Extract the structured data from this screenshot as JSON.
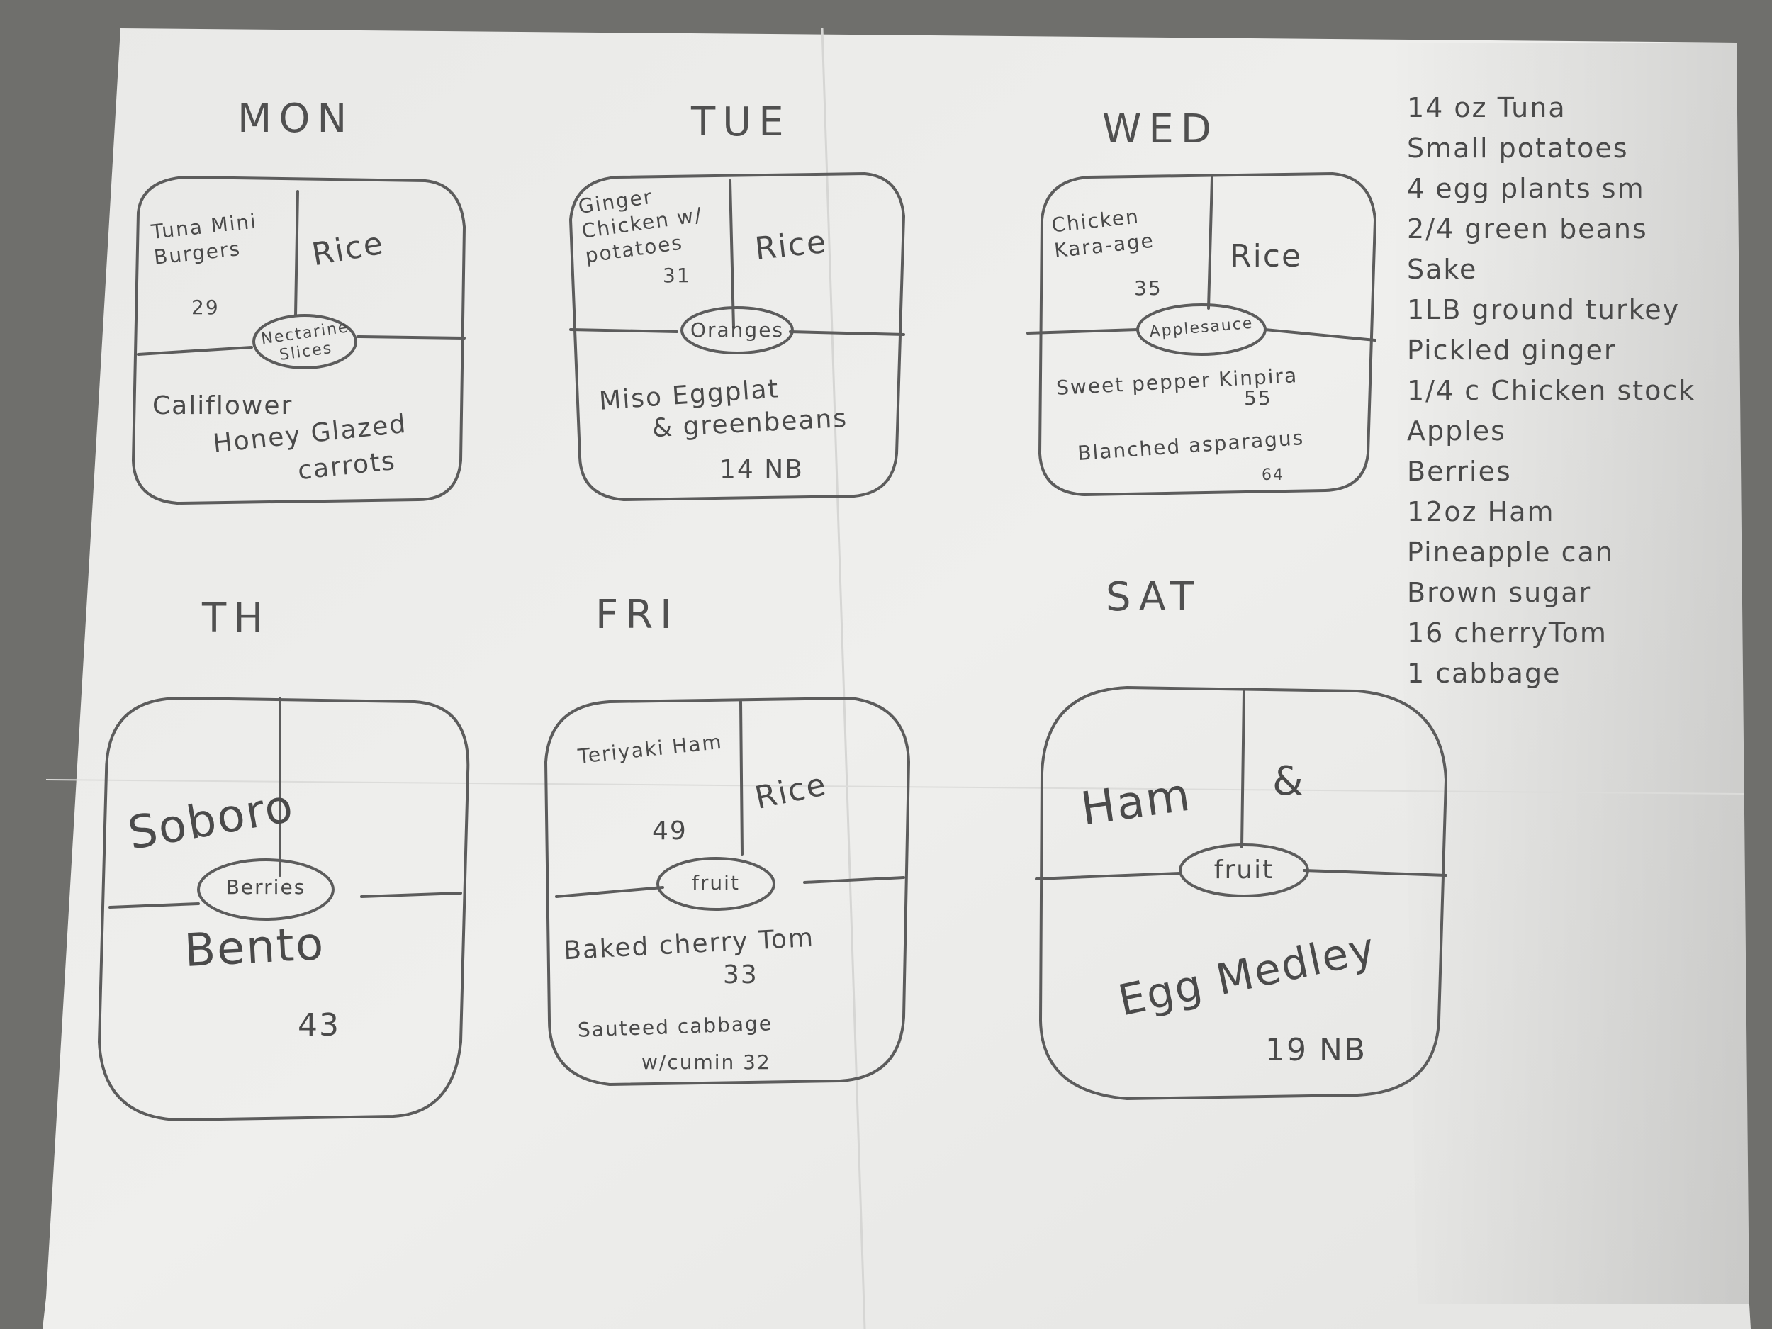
{
  "days": {
    "mon": {
      "label": "MON",
      "main": "Tuna Mini Burgers",
      "main_num": "29",
      "side_right": "Rice",
      "center": "Nectarine Slices",
      "bottom_1": "Califlower",
      "bottom_2": "Honey Glazed",
      "bottom_3": "carrots"
    },
    "tue": {
      "label": "TUE",
      "main": "Ginger Chicken w/ potatoes",
      "main_num": "31",
      "side_right": "Rice",
      "center": "Oranges",
      "bottom_1": "Miso Eggplat",
      "bottom_2": "& greenbeans",
      "bottom_num": "14 NB"
    },
    "wed": {
      "label": "WED",
      "main": "Chicken Kara-age",
      "main_num": "35",
      "side_right": "Rice",
      "center": "Applesauce",
      "bottom_1": "Sweet pepper Kinpira",
      "bottom_1_num": "55",
      "bottom_2": "Blanched asparagus",
      "bottom_2_num": "64"
    },
    "th": {
      "label": "TH",
      "top": "Soboro",
      "center": "Berries",
      "bottom": "Bento",
      "bottom_num": "43"
    },
    "fri": {
      "label": "FRI",
      "main": "Teriyaki Ham",
      "main_num": "49",
      "side_right": "Rice",
      "center": "fruit",
      "bottom_1": "Baked cherry Tom",
      "bottom_1_num": "33",
      "bottom_2": "Sauteed cabbage",
      "bottom_2b": "w/cumin 32"
    },
    "sat": {
      "label": "SAT",
      "top_left": "Ham",
      "top_right": "&",
      "center": "fruit",
      "bottom": "Egg Medley",
      "bottom_num": "19 NB"
    }
  },
  "shopping_list": [
    "14 oz Tuna",
    "Small potatoes",
    "4 egg plants sm",
    "2/4 green beans",
    "Sake",
    "1LB ground turkey",
    "Pickled ginger",
    "1/4 c Chicken stock",
    "Apples",
    "Berries",
    "12oz Ham",
    "Pineapple can",
    "Brown sugar",
    "16 cherryTom",
    "1 cabbage"
  ],
  "colors": {
    "background": "#6f6f6c",
    "paper": "#ececea",
    "pencil": "#555555"
  }
}
